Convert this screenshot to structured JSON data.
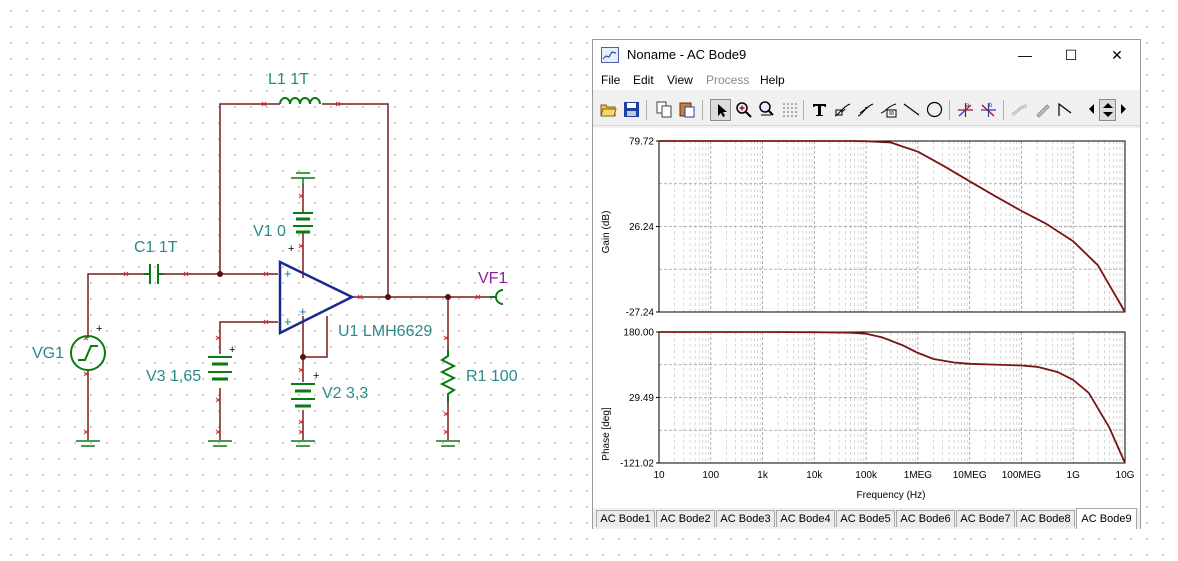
{
  "schematic": {
    "components": {
      "vg1": "VG1",
      "c1": "C1 1T",
      "l1": "L1 1T",
      "v1": "V1 0",
      "v3": "V3 1,65",
      "v2": "V2 3,3",
      "u1": "U1 LMH6629",
      "r1": "R1 100",
      "vf1": "VF1"
    },
    "plus_sign": "+",
    "colors": {
      "wire": "#7a1c1c",
      "component": "#0a7a12",
      "opamp": "#1a2a8a",
      "label": "#2a8a8a",
      "probe": "#8a1f9e"
    }
  },
  "window": {
    "title": "Noname - AC Bode9",
    "controls": {
      "minimize": "—",
      "maximize": "☐",
      "close": "✕"
    },
    "menu": [
      "File",
      "Edit",
      "View",
      "Process",
      "Help"
    ],
    "menu_disabled": [
      "Process"
    ],
    "toolbar_icons": [
      "open-icon",
      "save-icon",
      "copy-icon",
      "paste-icon",
      "pointer-icon",
      "zoom-in-icon",
      "zoom-100-icon",
      "grid-icon",
      "text-icon",
      "label-curve-icon",
      "arrow-curve-icon",
      "comment-icon",
      "line-icon",
      "circle-icon",
      "cursor-a-icon",
      "cursor-b-icon",
      "smooth-icon",
      "pen-icon",
      "angle-icon",
      "scroll-left-icon",
      "scroll-updown-icon",
      "scroll-right-icon"
    ],
    "tabs": [
      "AC Bode1",
      "AC Bode2",
      "AC Bode3",
      "AC Bode4",
      "AC Bode5",
      "AC Bode6",
      "AC Bode7",
      "AC Bode8",
      "AC Bode9"
    ],
    "active_tab": "AC Bode9"
  },
  "chart_data": [
    {
      "type": "line",
      "ylabel": "Gain (dB)",
      "xlabel": "",
      "xscale": "log",
      "xlim": [
        10,
        10000000000
      ],
      "ylim": [
        -27.24,
        79.72
      ],
      "y_ticks": [
        "79.72",
        "26.24",
        "-27.24"
      ],
      "grid": true,
      "color": "#7a1414",
      "series": [
        {
          "x": [
            10,
            100,
            1000,
            10000,
            50000,
            100000,
            300000,
            1000000,
            3000000,
            10000000,
            30000000,
            100000000,
            300000000,
            1000000000,
            3000000000,
            10000000000
          ],
          "y": [
            79.72,
            79.72,
            79.72,
            79.72,
            79.7,
            79.6,
            78.8,
            73.0,
            64.5,
            54.5,
            45.5,
            36.0,
            28.0,
            17.0,
            2.0,
            -27.24
          ]
        }
      ]
    },
    {
      "type": "line",
      "ylabel": "Phase [deg]",
      "xlabel": "Frequency (Hz)",
      "xscale": "log",
      "xlim": [
        10,
        10000000000
      ],
      "ylim": [
        -121.02,
        180.0
      ],
      "y_ticks": [
        "180.00",
        "29.49",
        "-121.02"
      ],
      "x_ticks": [
        "10",
        "100",
        "1k",
        "10k",
        "100k",
        "1MEG",
        "10MEG",
        "100MEG",
        "1G",
        "10G"
      ],
      "grid": true,
      "color": "#7a1414",
      "series": [
        {
          "x": [
            10,
            100,
            1000,
            10000,
            50000,
            100000,
            200000,
            500000,
            1000000,
            2000000,
            5000000,
            10000000,
            30000000,
            100000000,
            200000000,
            500000000,
            1000000000,
            2000000000,
            5000000000,
            10000000000
          ],
          "y": [
            180.0,
            180.0,
            180.0,
            179.5,
            178.5,
            176.0,
            168.0,
            150.0,
            132.0,
            118.0,
            110.0,
            107.0,
            105.0,
            103.0,
            100.0,
            88.0,
            70.0,
            40.0,
            -40.0,
            -121.02
          ]
        }
      ]
    }
  ]
}
